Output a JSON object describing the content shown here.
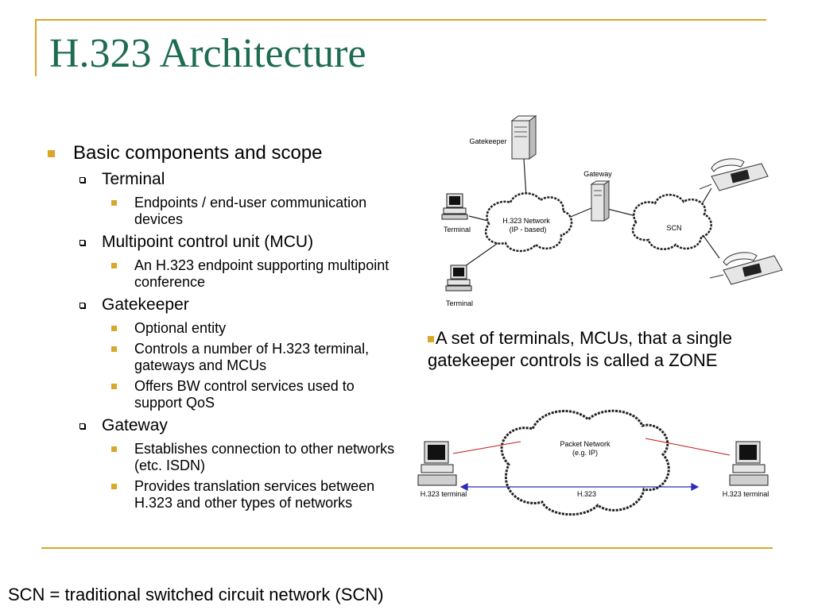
{
  "slide": {
    "title": "H.323 Architecture",
    "footnote": "SCN = traditional switched circuit network (SCN)"
  },
  "outline": {
    "heading": "Basic components and scope",
    "sections": [
      {
        "label": "Terminal",
        "points": [
          "Endpoints / end-user communication devices"
        ]
      },
      {
        "label": "Multipoint control unit (MCU)",
        "points": [
          "An H.323 endpoint supporting multipoint conference"
        ]
      },
      {
        "label": "Gatekeeper",
        "points": [
          "Optional entity",
          "Controls a number of H.323 terminal, gateways and MCUs",
          "Offers BW control services used to support QoS"
        ]
      },
      {
        "label": "Gateway",
        "points": [
          "Establishes connection to other networks (etc. ISDN)",
          "Provides translation services between H.323 and other types of networks"
        ]
      }
    ]
  },
  "zone_note": "A set of terminals, MCUs, that a single gatekeeper controls is called a ZONE",
  "architecture_diagram": {
    "gatekeeper_label": "Gatekeeper",
    "gateway_label": "Gateway",
    "network_label_line1": "H.323 Network",
    "network_label_line2": "(IP - based)",
    "scn_label": "SCN",
    "terminal_top_label": "Terminal",
    "terminal_bottom_label": "Terminal"
  },
  "packet_diagram": {
    "network_label_line1": "Packet Network",
    "network_label_line2": "(e.g. IP)",
    "left_terminal_label": "H.323 terminal",
    "right_terminal_label": "H.323 terminal",
    "link_label": "H.323"
  },
  "colors": {
    "title": "#1d6b51",
    "accent": "#d9a72a",
    "h323_link": "#2a2ab8",
    "red_link": "#c01818"
  },
  "icons": [
    "gatekeeper-server-icon",
    "gateway-device-icon",
    "terminal-computer-icon",
    "telephone-icon",
    "cloud-icon",
    "bullet-square-icon",
    "bullet-outline-square-icon"
  ]
}
